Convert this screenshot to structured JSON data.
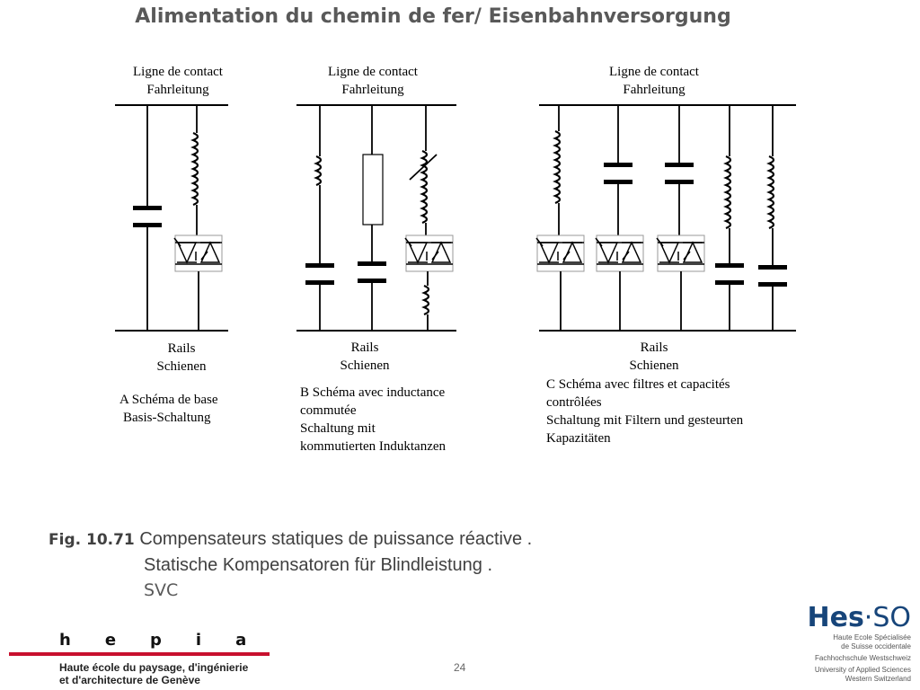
{
  "slide": {
    "title": "Alimentation du chemin de fer/ Eisenbahnversorgung",
    "page_number": "24"
  },
  "diagrams": {
    "a": {
      "top_label_line1": "Ligne de contact",
      "top_label_line2": "Fahrleitung",
      "bottom_label_line1": "Rails",
      "bottom_label_line2": "Schienen",
      "caption_line1": "A Schéma de base",
      "caption_line2": "Basis-Schaltung"
    },
    "b": {
      "top_label_line1": "Ligne de contact",
      "top_label_line2": "Fahrleitung",
      "bottom_label_line1": "Rails",
      "bottom_label_line2": "Schienen",
      "caption_line1": "B Schéma avec inductance",
      "caption_line2": "commutée",
      "caption_line3": "Schaltung mit",
      "caption_line4": "kommutierten Induktanzen"
    },
    "c": {
      "top_label_line1": "Ligne de contact",
      "top_label_line2": "Fahrleitung",
      "bottom_label_line1": "Rails",
      "bottom_label_line2": "Schienen",
      "caption_line1": "C Schéma avec filtres et capacités",
      "caption_line2": "contrôlées",
      "caption_line3": "Schaltung mit Filtern und gesteurten",
      "caption_line4": "Kapazitäten"
    }
  },
  "figure_caption": {
    "number": "Fig. 10.71",
    "line1": "Compensateurs statiques de puissance réactive .",
    "line2": "Statische Kompensatoren für Blindleistung .",
    "line3": "SVC"
  },
  "logos": {
    "hepia_word": "hepia",
    "hepia_line1": "Haute école du paysage, d'ingénierie",
    "hepia_line2": "et d'architecture de Genève",
    "hes_brand": "Hes",
    "hes_suffix": "·SO",
    "hes_line1": "Haute Ecole Spécialisée",
    "hes_line2": "de Suisse occidentale",
    "hes_line3": "Fachhochschule Westschweiz",
    "hes_line4": "University of Applied Sciences",
    "hes_line5": "Western Switzerland"
  },
  "colors": {
    "title": "#595959",
    "hepia_accent": "#c8102e",
    "hes_blue": "#17457a"
  },
  "icons": {
    "capacitor": "capacitor-symbol",
    "inductor": "inductor-coil-symbol",
    "thyristor_pair": "antiparallel-thyristor-symbol",
    "resistor": "resistor-symbol"
  }
}
